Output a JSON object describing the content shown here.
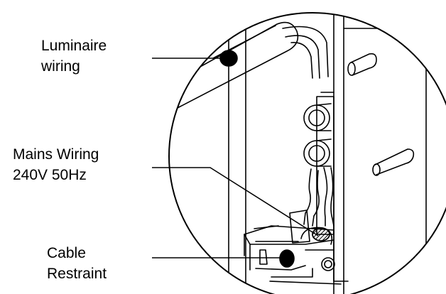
{
  "labels": {
    "luminaire_wiring": {
      "line1": "Luminaire",
      "line2": "wiring"
    },
    "mains_wiring": {
      "line1": "Mains Wiring",
      "line2": "240V 50Hz"
    },
    "cable_restraint": {
      "line1": "Cable",
      "line2": "Restraint"
    }
  },
  "colors": {
    "stroke": "#000000",
    "background": "#ffffff"
  }
}
